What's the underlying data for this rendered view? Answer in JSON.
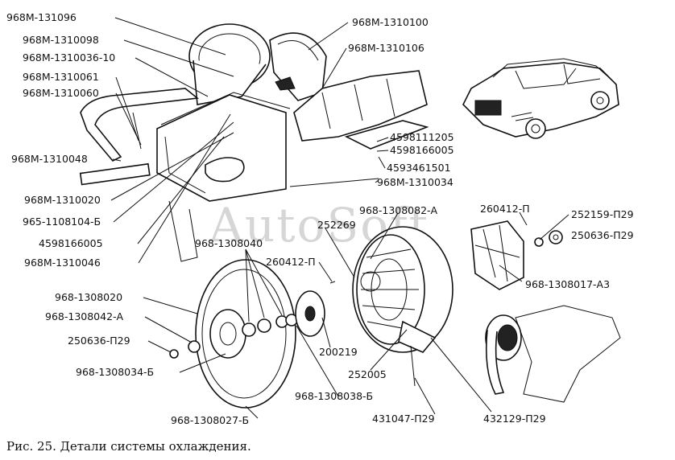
{
  "watermark": "AutoSoft",
  "caption": "Рис. 25. Детали системы охлаждения.",
  "labels": [
    {
      "id": "l1",
      "text": "968М-131096"
    },
    {
      "id": "l2",
      "text": "968М-1310100"
    },
    {
      "id": "l3",
      "text": "968М-1310098"
    },
    {
      "id": "l4",
      "text": "968М-1310106"
    },
    {
      "id": "l5",
      "text": "968М-1310036-10"
    },
    {
      "id": "l6",
      "text": "968М-1310061"
    },
    {
      "id": "l7",
      "text": "968М-1310060"
    },
    {
      "id": "l8",
      "text": "4598111205"
    },
    {
      "id": "l9",
      "text": "4598166005"
    },
    {
      "id": "l10",
      "text": "968М-1310048"
    },
    {
      "id": "l11",
      "text": "4593461501"
    },
    {
      "id": "l12",
      "text": "968М-1310034"
    },
    {
      "id": "l13",
      "text": "968М-1310020"
    },
    {
      "id": "l14",
      "text": "968-1308082-А"
    },
    {
      "id": "l15",
      "text": "260412-П"
    },
    {
      "id": "l16",
      "text": "965-1108104-Б"
    },
    {
      "id": "l17",
      "text": "252269"
    },
    {
      "id": "l18",
      "text": "252159-П29"
    },
    {
      "id": "l19",
      "text": "250636-П29"
    },
    {
      "id": "l20",
      "text": "4598166005"
    },
    {
      "id": "l21",
      "text": "968-1308040"
    },
    {
      "id": "l22",
      "text": "968М-1310046"
    },
    {
      "id": "l23",
      "text": "260412-П"
    },
    {
      "id": "l24",
      "text": "968-1308017-А3"
    },
    {
      "id": "l25",
      "text": "968-1308020"
    },
    {
      "id": "l26",
      "text": "968-1308042-А"
    },
    {
      "id": "l27",
      "text": "250636-П29"
    },
    {
      "id": "l28",
      "text": "200219"
    },
    {
      "id": "l29",
      "text": "968-1308034-Б"
    },
    {
      "id": "l30",
      "text": "252005"
    },
    {
      "id": "l31",
      "text": "968-1308038-Б"
    },
    {
      "id": "l32",
      "text": "968-1308027-Б"
    },
    {
      "id": "l33",
      "text": "431047-П29"
    },
    {
      "id": "l34",
      "text": "432129-П29"
    }
  ]
}
